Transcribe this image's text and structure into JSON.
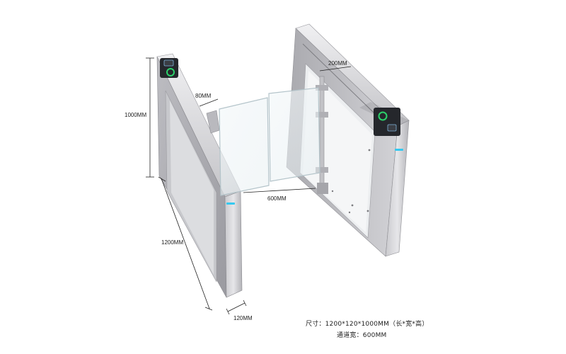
{
  "dimensions": {
    "height": "1000MM",
    "length": "1200MM",
    "width_bottom": "120MM",
    "arm_width": "80MM",
    "top_width": "200MM",
    "channel": "600MM"
  },
  "spec": {
    "size_line": "尺寸：1200*120*1000MM（长*宽*高）",
    "channel_line": "通道宽：600MM"
  },
  "colors": {
    "steel_light": "#d9d9dc",
    "steel_mid": "#b8b8bc",
    "steel_dark": "#8d8d92",
    "indicator_green": "#2bd16a",
    "indicator_cyan": "#35c9f0",
    "glass": "#eef4f6"
  }
}
